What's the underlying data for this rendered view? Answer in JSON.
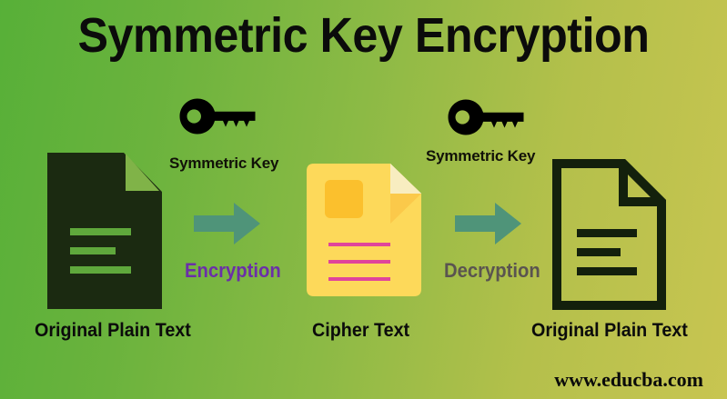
{
  "title": "Symmetric Key Encryption",
  "background": {
    "gradient_from": "#57b038",
    "gradient_to": "#c8c551",
    "direction": "left-to-right"
  },
  "stages": {
    "source": {
      "caption": "Original Plain Text",
      "doc_icon": "document-filled-icon",
      "doc_fill": "#1b2a11",
      "doc_line_color": "#5fa83c",
      "line_count": 3
    },
    "cipher": {
      "caption": "Cipher Text",
      "doc_icon": "document-cipher-icon",
      "doc_fill": "#fdd95a",
      "doc_block_color": "#fbc02d",
      "doc_fold_top_color": "#f8edc0",
      "doc_fold_bottom_color": "#fbc94a",
      "doc_line_color": "#e0459b",
      "line_count": 3
    },
    "result": {
      "caption": "Original Plain Text",
      "doc_icon": "document-outline-icon",
      "doc_stroke": "#13200c",
      "doc_line_color": "#13200c",
      "line_count": 3
    }
  },
  "keys": [
    {
      "icon": "key-icon",
      "label": "Symmetric Key",
      "color": "#000000"
    },
    {
      "icon": "key-icon",
      "label": "Symmetric Key",
      "color": "#000000"
    }
  ],
  "processes": [
    {
      "label": "Encryption",
      "color": "#6b2fa8",
      "arrow_icon": "arrow-right-icon",
      "arrow_color": "#4f9479"
    },
    {
      "label": "Decryption",
      "color": "#5a5450",
      "arrow_icon": "arrow-right-icon",
      "arrow_color": "#4f9479"
    }
  ],
  "watermark": "www.educba.com"
}
